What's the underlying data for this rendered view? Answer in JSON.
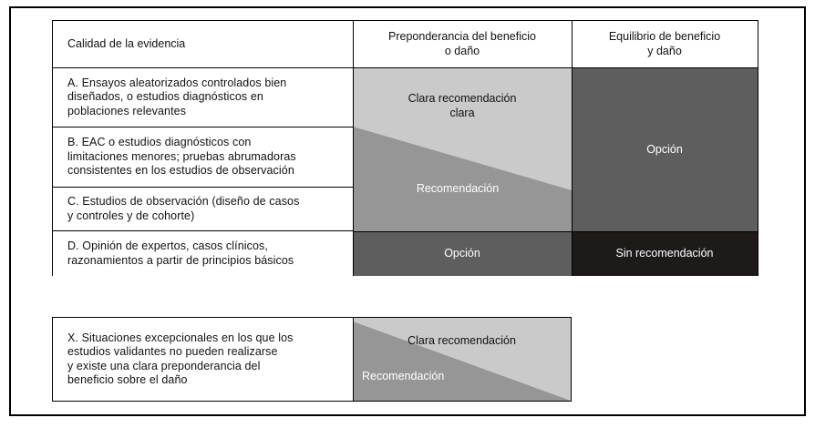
{
  "figure": {
    "kind": "evidence-quality-recommendation-matrix",
    "language": "es"
  },
  "colors": {
    "light_gray": "#cacaca",
    "mid_gray": "#969696",
    "dark_gray": "#5e5e5e",
    "near_black": "#1e1a1a",
    "white": "#ffffff",
    "border": "#000000"
  },
  "table_one": {
    "headers": {
      "col_evidence": "Calidad de la evidencia",
      "col_benefit_line1": "Preponderancia del beneficio",
      "col_benefit_line2": "o daño",
      "col_equilibrium_line1": "Equilibrio de beneficio",
      "col_equilibrium_line2": "y daño"
    },
    "rows": [
      {
        "id": "A",
        "lines": [
          "A. Ensayos aleatorizados controlados bien",
          "diseñados, o estudios diagnósticos en",
          "poblaciones relevantes"
        ]
      },
      {
        "id": "B",
        "lines": [
          "B. EAC o estudios diagnósticos con",
          "limitaciones menores; pruebas abrumadoras",
          "consistentes en los estudios de observación"
        ]
      },
      {
        "id": "C",
        "lines": [
          "C. Estudios de observación (diseño de casos",
          "y controles y de cohorte)"
        ]
      },
      {
        "id": "D",
        "lines": [
          "D. Opinión de expertos, casos clínicos,",
          "razonamientos a partir de principios básicos"
        ]
      }
    ],
    "shaded": {
      "benefit_abc": {
        "upper_label_line1": "Clara recomendación",
        "upper_label_line2": "clara",
        "lower_label": "Recomendación"
      },
      "equilibrium_abc": {
        "label": "Opción"
      },
      "benefit_d": {
        "label": "Opción"
      },
      "equilibrium_d": {
        "label": "Sin recomendación"
      }
    }
  },
  "table_two": {
    "description_lines": [
      "X. Situaciones excepcionales en los que los",
      "estudios validantes no pueden realizarse",
      "y existe una clara preponderancia del",
      "beneficio sobre el daño"
    ],
    "shaded": {
      "upper_label": "Clara recomendación",
      "lower_label": "Recomendación"
    }
  }
}
